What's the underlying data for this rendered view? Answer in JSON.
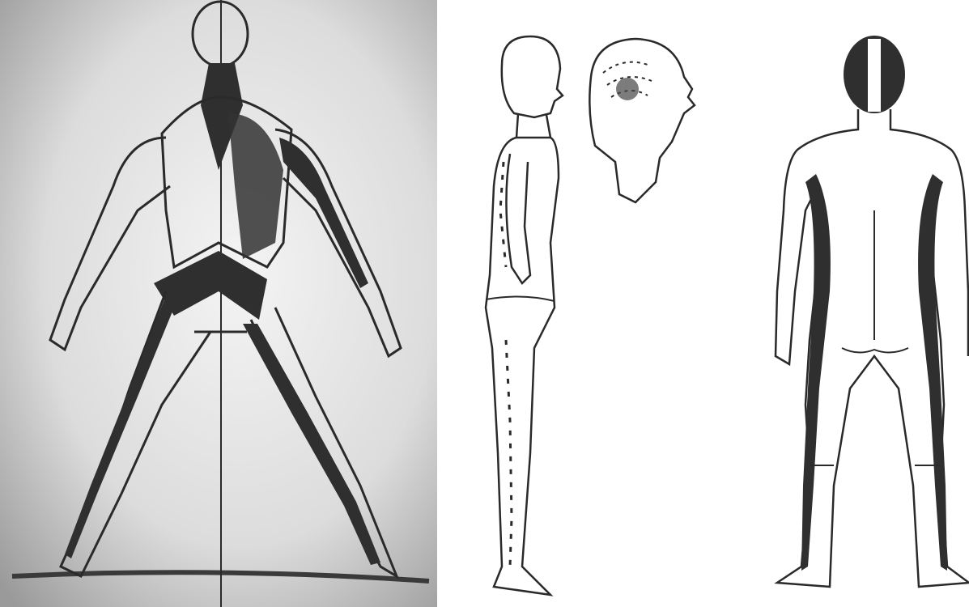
{
  "figure": {
    "panels": [
      {
        "id": "left",
        "view": "posterior-spread-stance",
        "style": "photo-sketch"
      },
      {
        "id": "middle",
        "view": "lateral-standing-with-head-detail",
        "style": "line-drawing"
      },
      {
        "id": "right",
        "view": "posterior-standing",
        "style": "line-drawing"
      }
    ],
    "colors": {
      "line": "#2a2a2a",
      "fill_dark": "#2f2f2f",
      "fill_mid": "#555555",
      "paper_light": "#f2f2f2",
      "paper_shadow": "#bdbdbd"
    }
  }
}
